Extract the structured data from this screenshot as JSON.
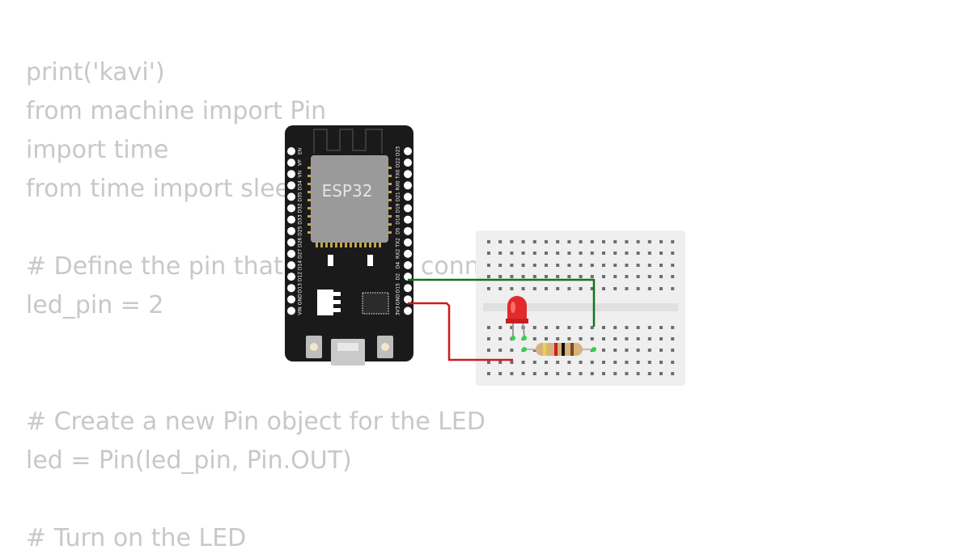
{
  "code_lines": [
    "print('kavi')",
    "from machine import Pin",
    "import time",
    "from time import sleep",
    "",
    "# Define the pin that the LED is connected to",
    "led_pin = 2",
    "",
    "",
    "# Create a new Pin object for the LED",
    "led = Pin(led_pin, Pin.OUT)",
    "",
    "# Turn on the LED"
  ],
  "board": {
    "name": "ESP32",
    "left_pins": [
      "EN",
      "VP",
      "VN",
      "D34",
      "D35",
      "D32",
      "D33",
      "D25",
      "D26",
      "D27",
      "D14",
      "D12",
      "D13",
      "GND",
      "VIN"
    ],
    "right_pins": [
      "D23",
      "D22",
      "TX0",
      "RX0",
      "D21",
      "D19",
      "D18",
      "D5",
      "TX2",
      "RX2",
      "D4",
      "D2",
      "D15",
      "GND",
      "3V3"
    ]
  },
  "colors": {
    "code_text": "#c8c8c8",
    "board": "#1a1a1a",
    "module": "#9a9a9a",
    "breadboard": "#efefef",
    "wire_green": "#11761a",
    "wire_red": "#cc1b1b",
    "led_red": "#e32a2a",
    "connector_green": "#37d24a"
  }
}
